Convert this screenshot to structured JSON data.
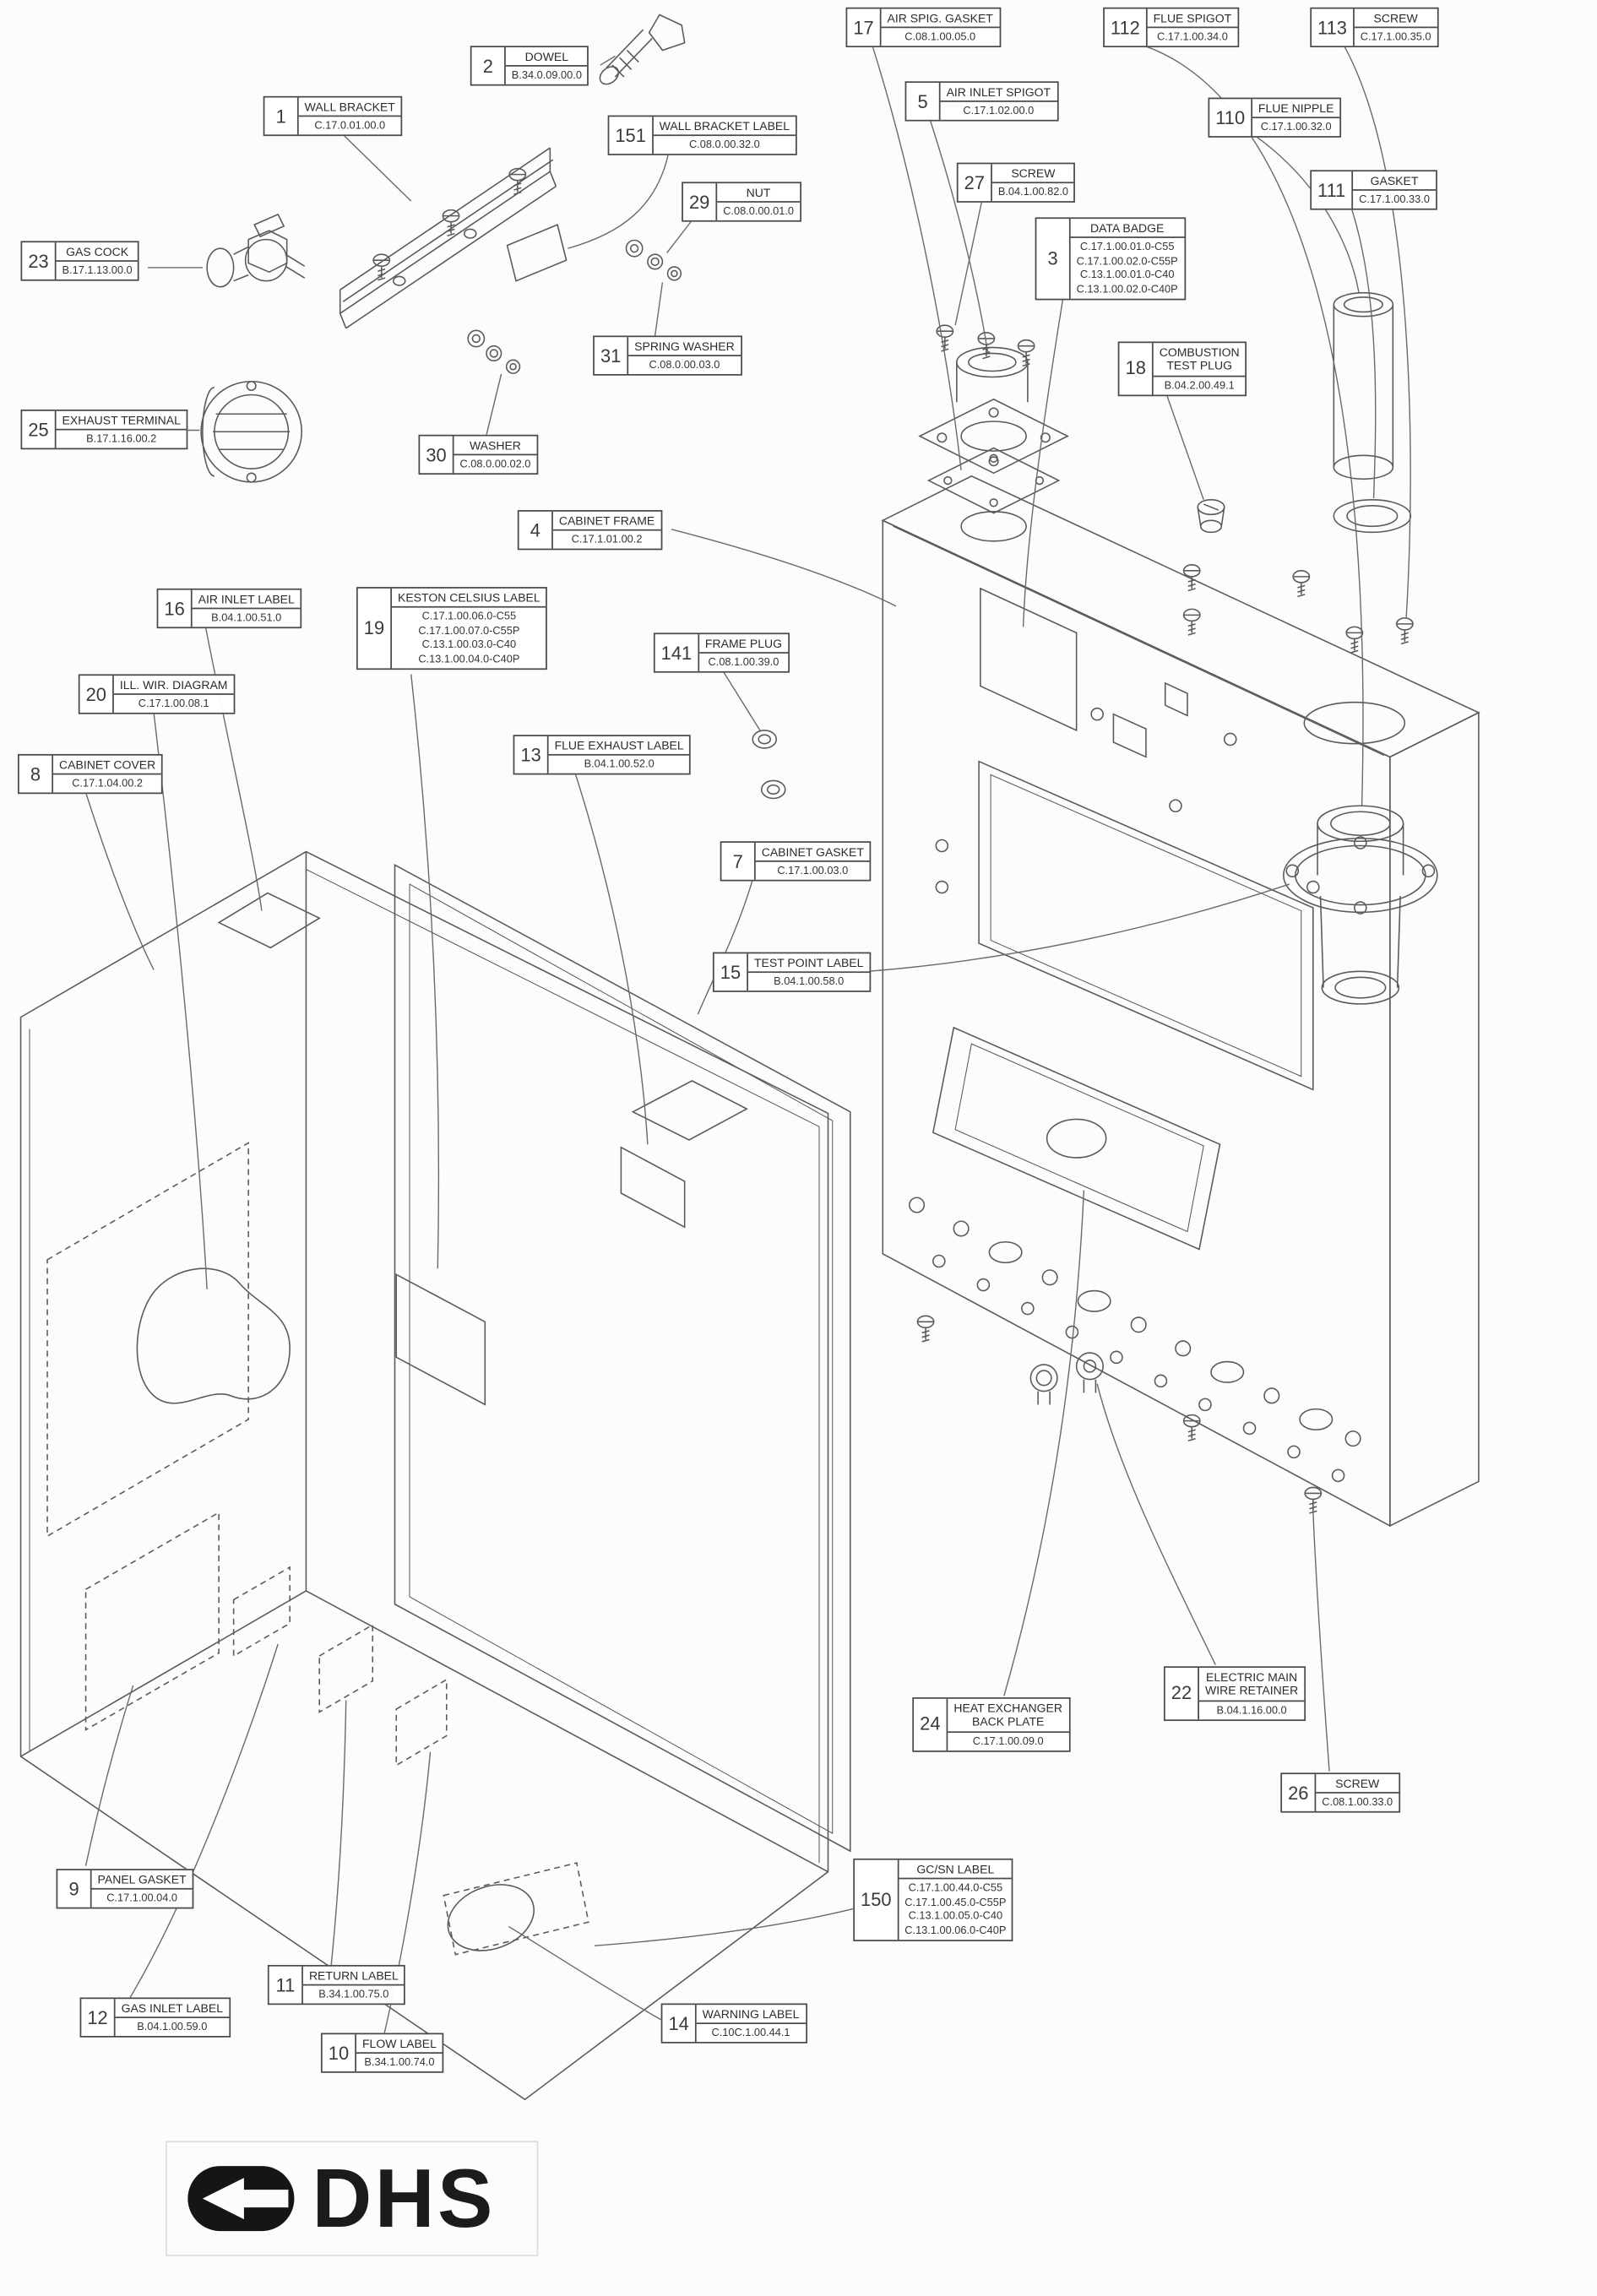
{
  "document_type": "exploded parts diagram",
  "colors": {
    "paper": "#fcfcfa",
    "line": "#5a5a5a",
    "leader": "#6a6a6a",
    "ink": "#1b1b1b"
  },
  "logo": {
    "text": "DHS",
    "emblem": "arrow-emblem"
  },
  "callouts": [
    {
      "num": "1",
      "name": "WALL BRACKET",
      "part": "C.17.0.01.00.0"
    },
    {
      "num": "2",
      "name": "DOWEL",
      "part": "B.34.0.09.00.0"
    },
    {
      "num": "151",
      "name": "WALL BRACKET LABEL",
      "part": "C.08.0.00.32.0"
    },
    {
      "num": "23",
      "name": "GAS COCK",
      "part": "B.17.1.13.00.0"
    },
    {
      "num": "29",
      "name": "NUT",
      "part": "C.08.0.00.01.0"
    },
    {
      "num": "31",
      "name": "SPRING WASHER",
      "part": "C.08.0.00.03.0"
    },
    {
      "num": "25",
      "name": "EXHAUST TERMINAL",
      "part": "B.17.1.16.00.2"
    },
    {
      "num": "30",
      "name": "WASHER",
      "part": "C.08.0.00.02.0"
    },
    {
      "num": "17",
      "name": "AIR SPIG. GASKET",
      "part": "C.08.1.00.05.0"
    },
    {
      "num": "5",
      "name": "AIR INLET SPIGOT",
      "part": "C.17.1.02.00.0"
    },
    {
      "num": "27",
      "name": "SCREW",
      "part": "B.04.1.00.82.0"
    },
    {
      "num": "3",
      "name": "DATA BADGE",
      "part": "C.17.1.00.01.0-C55\nC.17.1.00.02.0-C55P\nC.13.1.00.01.0-C40\nC.13.1.00.02.0-C40P"
    },
    {
      "num": "112",
      "name": "FLUE SPIGOT",
      "part": "C.17.1.00.34.0"
    },
    {
      "num": "113",
      "name": "SCREW",
      "part": "C.17.1.00.35.0"
    },
    {
      "num": "110",
      "name": "FLUE NIPPLE",
      "part": "C.17.1.00.32.0"
    },
    {
      "num": "111",
      "name": "GASKET",
      "part": "C.17.1.00.33.0"
    },
    {
      "num": "18",
      "name": "COMBUSTION\nTEST PLUG",
      "part": "B.04.2.00.49.1"
    },
    {
      "num": "4",
      "name": "CABINET FRAME",
      "part": "C.17.1.01.00.2"
    },
    {
      "num": "16",
      "name": "AIR INLET LABEL",
      "part": "B.04.1.00.51.0"
    },
    {
      "num": "19",
      "name": "KESTON CELSIUS LABEL",
      "part": "C.17.1.00.06.0-C55\nC.17.1.00.07.0-C55P\nC.13.1.00.03.0-C40\nC.13.1.00.04.0-C40P"
    },
    {
      "num": "20",
      "name": "ILL. WIR. DIAGRAM",
      "part": "C.17.1.00.08.1"
    },
    {
      "num": "141",
      "name": "FRAME PLUG",
      "part": "C.08.1.00.39.0"
    },
    {
      "num": "8",
      "name": "CABINET COVER",
      "part": "C.17.1.04.00.2"
    },
    {
      "num": "13",
      "name": "FLUE EXHAUST LABEL",
      "part": "B.04.1.00.52.0"
    },
    {
      "num": "7",
      "name": "CABINET GASKET",
      "part": "C.17.1.00.03.0"
    },
    {
      "num": "15",
      "name": "TEST POINT LABEL",
      "part": "B.04.1.00.58.0"
    },
    {
      "num": "24",
      "name": "HEAT EXCHANGER\nBACK PLATE",
      "part": "C.17.1.00.09.0"
    },
    {
      "num": "22",
      "name": "ELECTRIC MAIN\nWIRE RETAINER",
      "part": "B.04.1.16.00.0"
    },
    {
      "num": "26",
      "name": "SCREW",
      "part": "C.08.1.00.33.0"
    },
    {
      "num": "9",
      "name": "PANEL GASKET",
      "part": "C.17.1.00.04.0"
    },
    {
      "num": "12",
      "name": "GAS INLET LABEL",
      "part": "B.04.1.00.59.0"
    },
    {
      "num": "11",
      "name": "RETURN LABEL",
      "part": "B.34.1.00.75.0"
    },
    {
      "num": "10",
      "name": "FLOW LABEL",
      "part": "B.34.1.00.74.0"
    },
    {
      "num": "14",
      "name": "WARNING LABEL",
      "part": "C.10C.1.00.44.1"
    },
    {
      "num": "150",
      "name": "GC/SN LABEL",
      "part": "C.17.1.00.44.0-C55\nC.17.1.00.45.0-C55P\nC.13.1.00.05.0-C40\nC.13.1.00.06.0-C40P"
    }
  ]
}
